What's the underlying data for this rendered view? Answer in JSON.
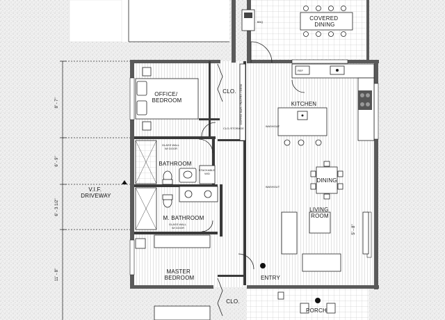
{
  "rooms": {
    "covered_dining": "COVERED\nDINING",
    "office": "OFFICE/\nBEDROOM",
    "clo_top": "CLO.",
    "kitchen": "KITCHEN",
    "bathroom": "BATHROOM",
    "vif_driveway": "V.I.F.\nDRIVEWAY",
    "dining": "DINING",
    "living_room": "LIVING\nROOM",
    "m_bathroom": "M. BATHROOM",
    "master_bedroom": "MASTER\nBEDROOM",
    "clo_bottom": "CLO.",
    "entry": "ENTRY",
    "porch": "PORCH"
  },
  "small_labels": {
    "coffee_pantry": "COFFEE BAR / PANTRY / DESK",
    "clo_storage": "CLO./STORAGE",
    "stackable": "STACKABLE\nW/D",
    "ref": "REF",
    "bbq": "BBQ",
    "washout": "WASHOUT",
    "glass_wall_1": "GLASS WALL\nW/ DOOR",
    "glass_wall_2": "GLASS WALL\nW/ DOOR"
  },
  "dimensions": [
    "8' - 7\"",
    "6' - 9\"",
    "6' - 3 1/2\"",
    "11' - 8\"",
    "5' - 8\""
  ],
  "colors": {
    "wall": "#5a5a5a",
    "floor_lines": "#cfcfcf",
    "hatch": "#b8b8b8",
    "ink": "#111111"
  },
  "icons": [
    "north-arrow",
    "smoke-detector",
    "door-swing"
  ]
}
